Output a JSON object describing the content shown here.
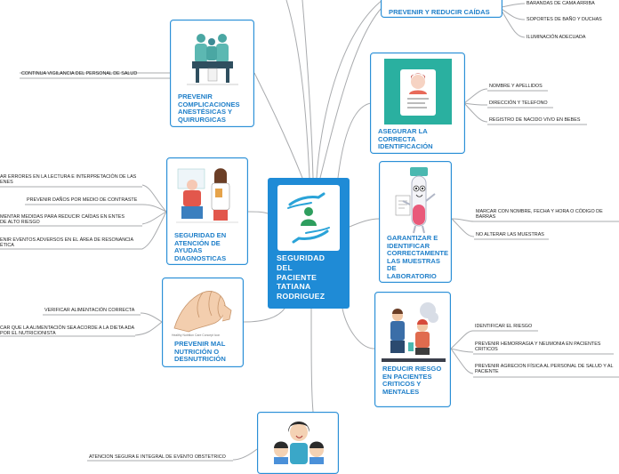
{
  "central": {
    "title_lines": [
      "SEGURIDAD",
      "DEL",
      "PACIENTE",
      "TATIANA",
      "RODRIGUEZ"
    ],
    "icon": "hands-protecting-person-icon",
    "color": "#1f8bd6"
  },
  "branches": {
    "falls": {
      "label": "PREVENIR Y REDUCIR CAÍDAS",
      "leaves": [
        "BARANDAS DE CAMA ARRIBA",
        "SOPORTES DE BAÑO Y DUCHAS",
        "ILUMINACIÓN ADECUADA"
      ]
    },
    "identification": {
      "label": "ASEGURAR LA CORRECTA IDENTIFICACIÓN",
      "leaves": [
        "NOMBRE Y APELLIDOS",
        "DIRECCIÓN Y TELEFONO",
        "REGISTRO DE NACIDO VIVO EN BEBES"
      ]
    },
    "samples": {
      "label": "GARANTIZAR E IDENTIFICAR CORRECTAMENTE LAS MUESTRAS DE LABORATORIO",
      "leaves": [
        "MARCAR CON NOMBRE, FECHA Y HORA O CÓDIGO DE BARRAS",
        "NO ALTERAR LAS MUESTRAS"
      ]
    },
    "mental": {
      "label": "REDUCIR RIESGO EN PACIENTES CRITICOS Y MENTALES",
      "leaves": [
        "IDENTIFICAR EL RIESGO",
        "PREVENIR HEMORRAGIA Y NEUMONIA EN PACIENTES CRITICOS",
        "PREVENIR AGRECION FÍSICA AL PERSONAL DE SALUD Y AL PACIENTE"
      ]
    },
    "anesthesia": {
      "label": "PREVENIR COMPLICACIONES ANESTÉSICAS Y QUIRURGICAS",
      "leaves": [
        "CONTINUA VIGILANCIA DEL PERSONAL DE SALUD"
      ]
    },
    "diagnostic": {
      "label": "SEGURIDAD EN ATENCIÓN DE AYUDAS DIAGNOSTICAS",
      "leaves": [
        "AR ERRORES EN LA LECTURA E INTERPRETACIÓN DE LAS ENES",
        "PREVENIR DAÑOS POR MEDIO DE CONTRASTE",
        "MENTAR MEDIDAS PARA REDUCIR CAÍDAS EN ENTES DE ALTO RIESGO",
        "ENIR EVENTOS ADVERSOS EN EL ÁREA DE RESONANCIA ÉTICA"
      ]
    },
    "nutrition": {
      "label": "PREVENIR MAL NUTRICIÓN O DESNUTRICIÓN",
      "caption": "Healthy Nutrition Care Concept Icon",
      "leaves": [
        "VERIFICAR ALIMENTACIÓN CORRECTA",
        "CAR QUE LA ALIMENTACIÓN SEA ACORDE A LA DIETA ADA POR EL NUTRICIONISTA"
      ]
    },
    "obstetric": {
      "leaves": [
        "ATENCION SEGURA E INTEGRAL DE EVENTO OBSTETRICO"
      ]
    }
  },
  "colors": {
    "card_border": "#2b8fd6",
    "label": "#1f7fc9",
    "line": "#a9abae",
    "central": "#1f8bd6"
  }
}
